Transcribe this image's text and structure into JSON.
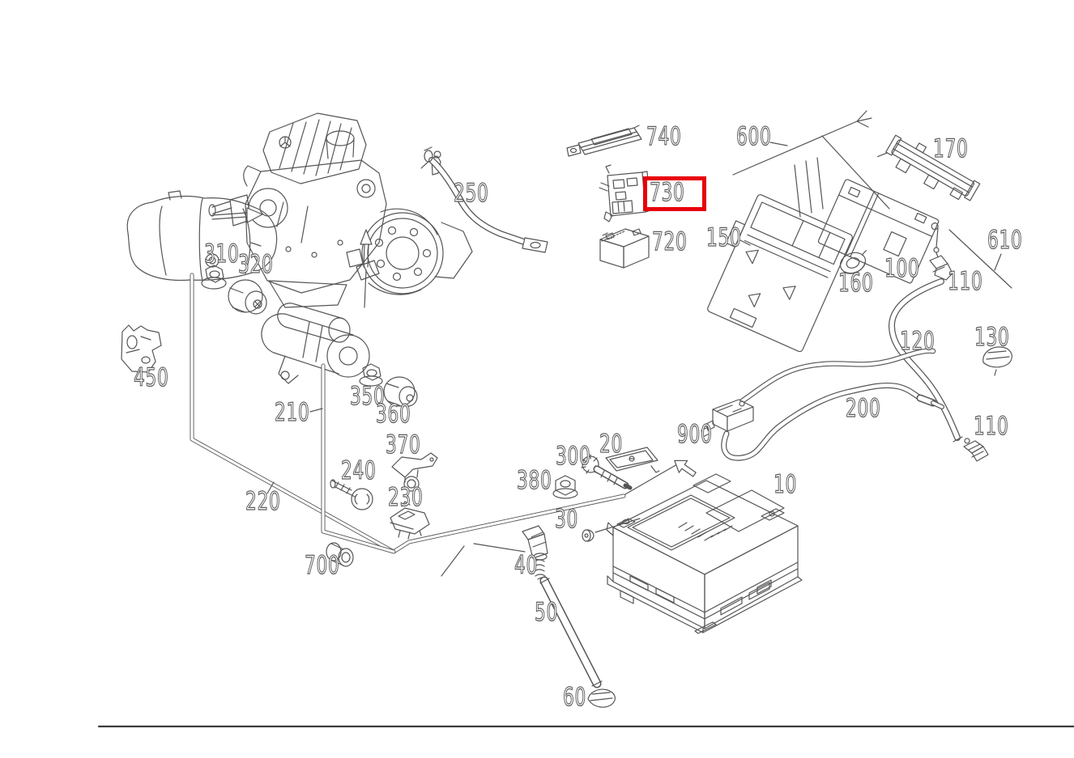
{
  "diagram": {
    "type": "exploded-parts-diagram",
    "highlighted_part": "730",
    "colors": {
      "background": "#ffffff",
      "line_art": "#555555",
      "label_outline": "#5d5d5d",
      "highlight_box": "#e8000a",
      "separator_line": "#3c3c3c"
    }
  },
  "labels": [
    {
      "text": "740"
    },
    {
      "text": "730",
      "highlighted": true
    },
    {
      "text": "720"
    },
    {
      "text": "250"
    },
    {
      "text": "600"
    },
    {
      "text": "170"
    },
    {
      "text": "150"
    },
    {
      "text": "160"
    },
    {
      "text": "100"
    },
    {
      "text": "610"
    },
    {
      "text": "110"
    },
    {
      "text": "120"
    },
    {
      "text": "130"
    },
    {
      "text": "110"
    },
    {
      "text": "200"
    },
    {
      "text": "900"
    },
    {
      "text": "310"
    },
    {
      "text": "320"
    },
    {
      "text": "450"
    },
    {
      "text": "210"
    },
    {
      "text": "350"
    },
    {
      "text": "360"
    },
    {
      "text": "370"
    },
    {
      "text": "240"
    },
    {
      "text": "230"
    },
    {
      "text": "220"
    },
    {
      "text": "700"
    },
    {
      "text": "380"
    },
    {
      "text": "300"
    },
    {
      "text": "20"
    },
    {
      "text": "30"
    },
    {
      "text": "40"
    },
    {
      "text": "50"
    },
    {
      "text": "10"
    },
    {
      "text": "60"
    }
  ]
}
